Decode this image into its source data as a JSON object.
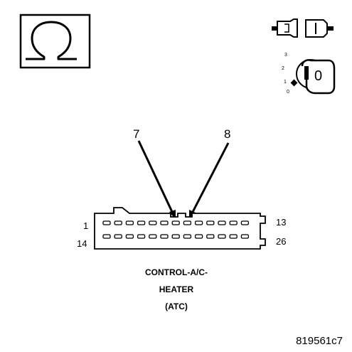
{
  "ohm_symbol": {
    "glyph": "Ω",
    "icon": "ohmmeter-icon"
  },
  "ignition": {
    "connector_icon": "disconnected-connector-icon",
    "key_icon": "ignition-key-icon",
    "positions": [
      "3",
      "2",
      "1",
      "0"
    ],
    "key_position": "0"
  },
  "callouts": {
    "left": "7",
    "right": "8"
  },
  "connector": {
    "pins": {
      "top_left": "1",
      "top_right": "13",
      "bottom_left": "14",
      "bottom_right": "26"
    },
    "pins_per_row": 13,
    "highlighted_pins": [
      7,
      8
    ]
  },
  "caption": {
    "line1": "CONTROL-A/C-",
    "line2": "HEATER",
    "line3": "(ATC)"
  },
  "reference_id": "819561c7",
  "colors": {
    "ink": "#000000",
    "background": "#ffffff"
  }
}
